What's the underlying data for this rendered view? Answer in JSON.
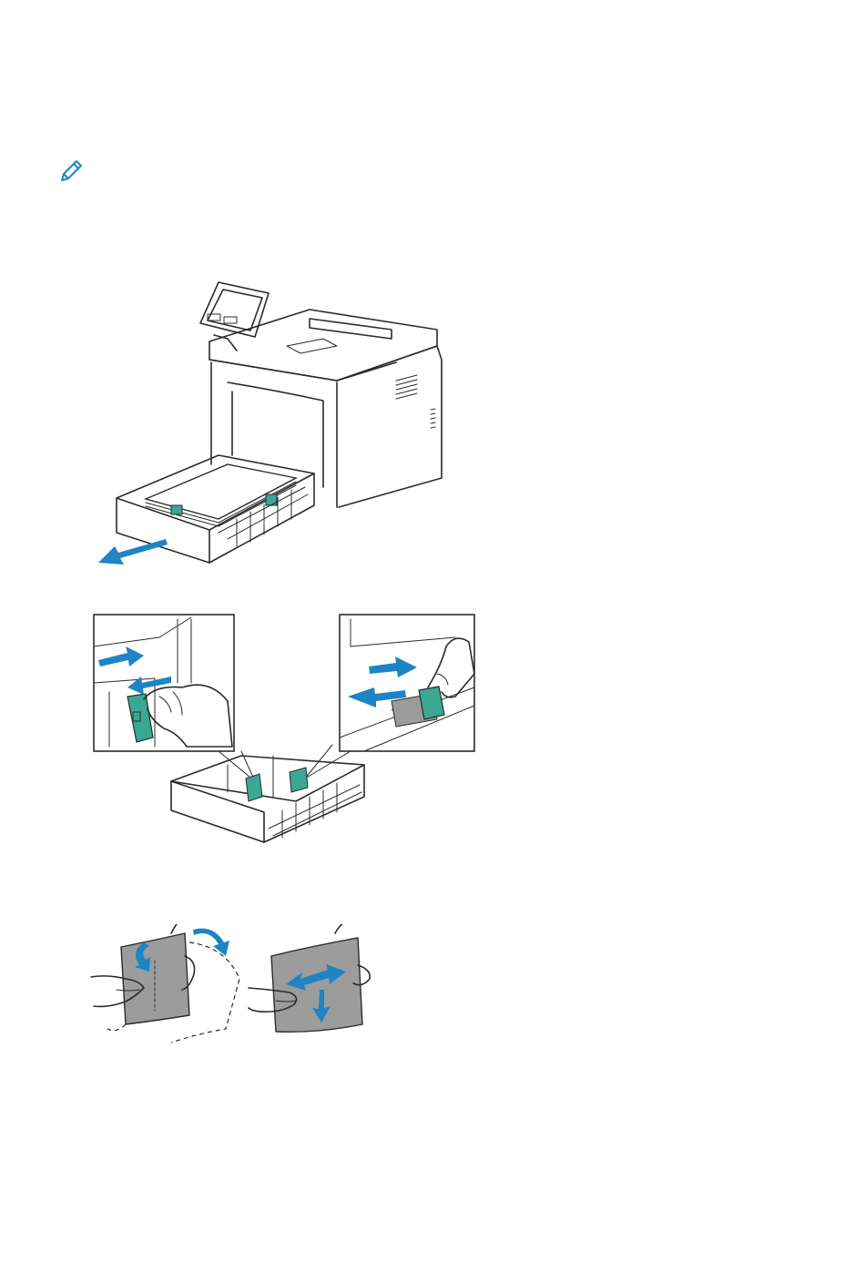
{
  "page": {
    "background": "#ffffff"
  },
  "icons": {
    "note": "pencil-icon"
  },
  "colors": {
    "accent_blue": "#1e84c4",
    "guide_green": "#3aa893",
    "paper_gray": "#9c9c9c",
    "line": "#2b2b2b"
  },
  "illustrations": [
    {
      "name": "printer-tray-pulled-out"
    },
    {
      "name": "tray-guides-adjust"
    },
    {
      "name": "paper-fanning"
    }
  ]
}
